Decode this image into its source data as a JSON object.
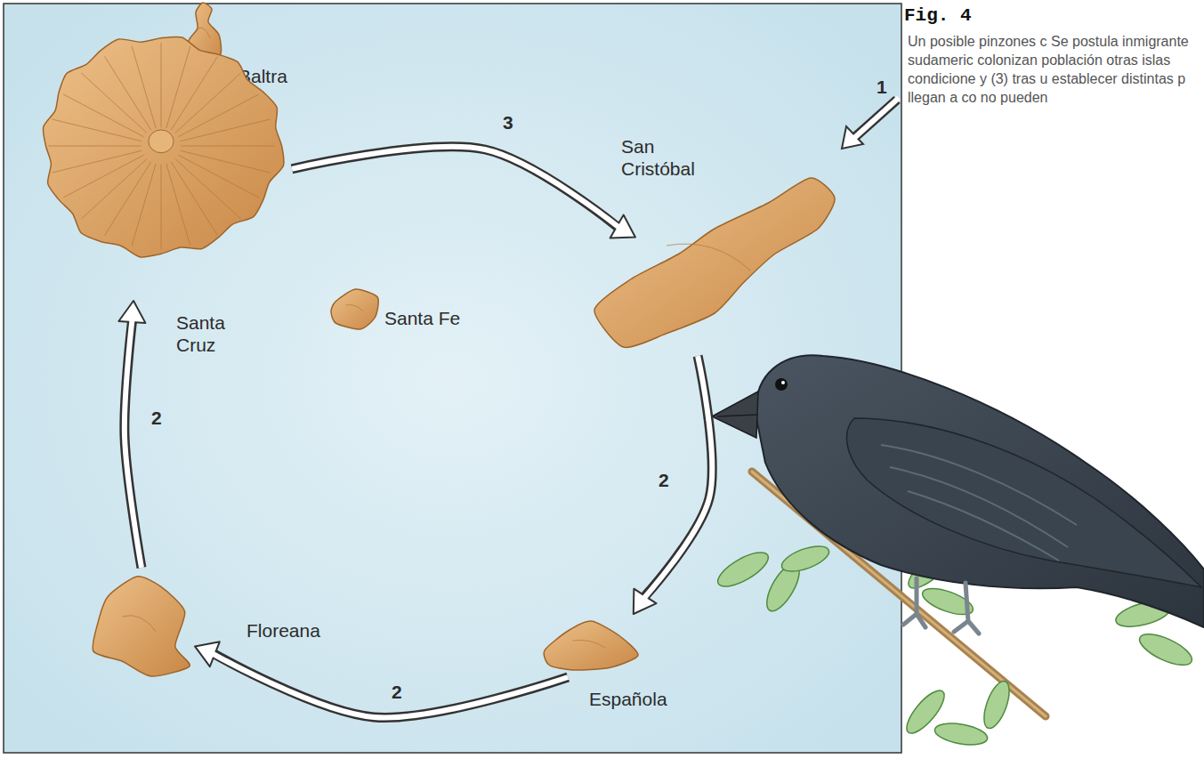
{
  "diagram": {
    "title": "Fig. 4",
    "caption": "Un posible pinzones c Se postula inmigrante sudameric colonizan población otras islas condicione y (3) tras u establecer distintas p llegan a co no pueden",
    "nodes": [
      {
        "text": [
          "Baltra"
        ]
      },
      {
        "text": [
          "Santa Cruz"
        ]
      },
      {
        "text": [
          "Santa Fe"
        ]
      },
      {
        "text": [
          "San Cristóbal"
        ]
      },
      {
        "text": [
          "Floreana"
        ]
      },
      {
        "text": [
          "Española"
        ]
      }
    ],
    "edges": [
      {
        "from": 1,
        "to": 3,
        "arrow": "to",
        "label": "3"
      },
      {
        "from": 3,
        "to": 5,
        "arrow": "to",
        "label": "2"
      },
      {
        "from": 5,
        "to": 4,
        "arrow": "to",
        "label": "2"
      },
      {
        "from": 4,
        "to": 1,
        "arrow": "to",
        "label": "2"
      }
    ],
    "labels": [
      "1"
    ]
  }
}
